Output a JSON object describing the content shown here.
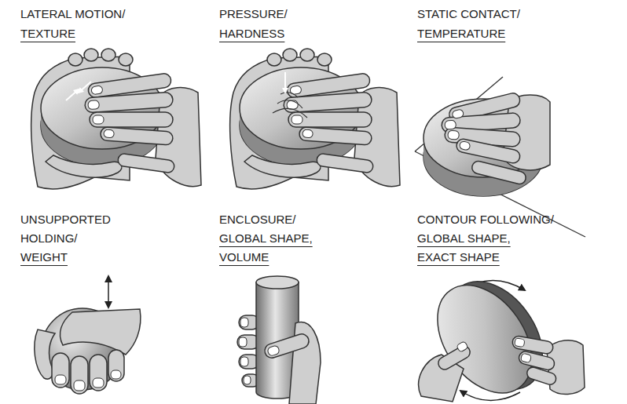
{
  "diagram": {
    "labels": [
      "LATERAL MOTION/",
      "TEXTURE",
      "PRESSURE/",
      "HARDNESS",
      "STATIC CONTACT/",
      "TEMPERATURE",
      "UNSUPPORTED HOLDING/",
      "WEIGHT",
      "ENCLOSURE/",
      "GLOBAL SHAPE, VOLUME",
      "CONTOUR FOLLOWING/",
      "GLOBAL SHAPE, EXACT SHAPE"
    ]
  }
}
